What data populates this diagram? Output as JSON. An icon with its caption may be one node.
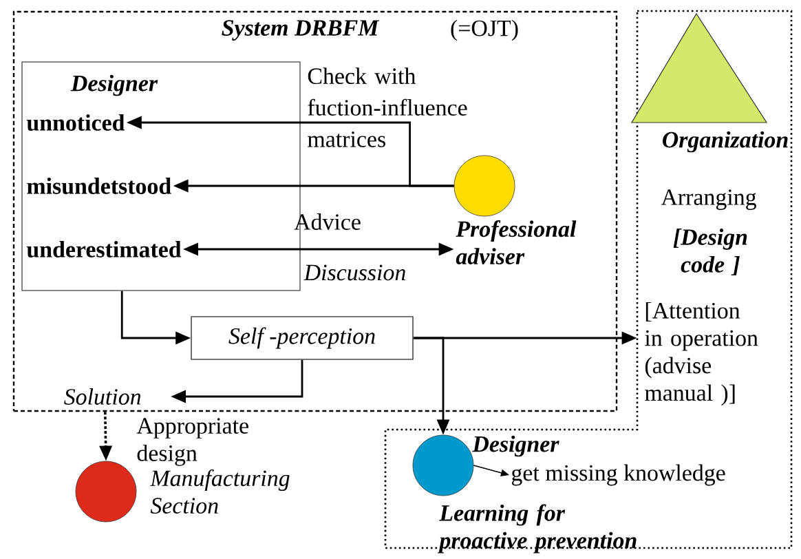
{
  "diagram": {
    "nodes": [
      {
        "text": [
          "System DRBFM",
          "(=OJT)"
        ]
      },
      {
        "text": [
          "Arranging",
          "[Design code ]",
          "[Attention in operation (advise manual )]",
          "Learning for proactive prevention"
        ]
      },
      {
        "text": [
          "Organization"
        ],
        "in": 1
      },
      {
        "text": [
          "Designer"
        ],
        "in": 0
      },
      {
        "text": [
          "unnoticed"
        ],
        "in": 3
      },
      {
        "text": [
          "misundetstood"
        ],
        "in": 3
      },
      {
        "text": [
          "underestimated"
        ],
        "in": 3
      },
      {
        "text": [
          "Professional adviser"
        ],
        "in": 0
      },
      {
        "text": [
          "Self -perception"
        ],
        "in": 0
      },
      {
        "text": [
          "Solution"
        ],
        "in": 0
      },
      {
        "text": [
          "Manufacturing Section"
        ]
      },
      {
        "text": [
          "Designer"
        ],
        "in": 1
      },
      {
        "text": [
          "get missing knowledge"
        ],
        "in": 1
      }
    ],
    "edges": [
      {
        "from": 7,
        "to": 4,
        "arrow": "to",
        "label": "Check with fuction-influence matrices"
      },
      {
        "from": 7,
        "to": 5,
        "arrow": "to"
      },
      {
        "from": 7,
        "to": 6,
        "arrow": "both",
        "label": "Advice"
      },
      {
        "from": 3,
        "to": 8,
        "arrow": "to"
      },
      {
        "from": 8,
        "to": 9,
        "arrow": "to"
      },
      {
        "from": 8,
        "to": 1,
        "arrow": "to"
      },
      {
        "from": 8,
        "to": 11,
        "arrow": "to"
      },
      {
        "from": 0,
        "to": 10,
        "arrow": "to",
        "label": "Appropriate design",
        "style": "dashed"
      },
      {
        "from": 11,
        "to": 12,
        "arrow": "to"
      }
    ],
    "labels": [
      "Discussion"
    ]
  }
}
